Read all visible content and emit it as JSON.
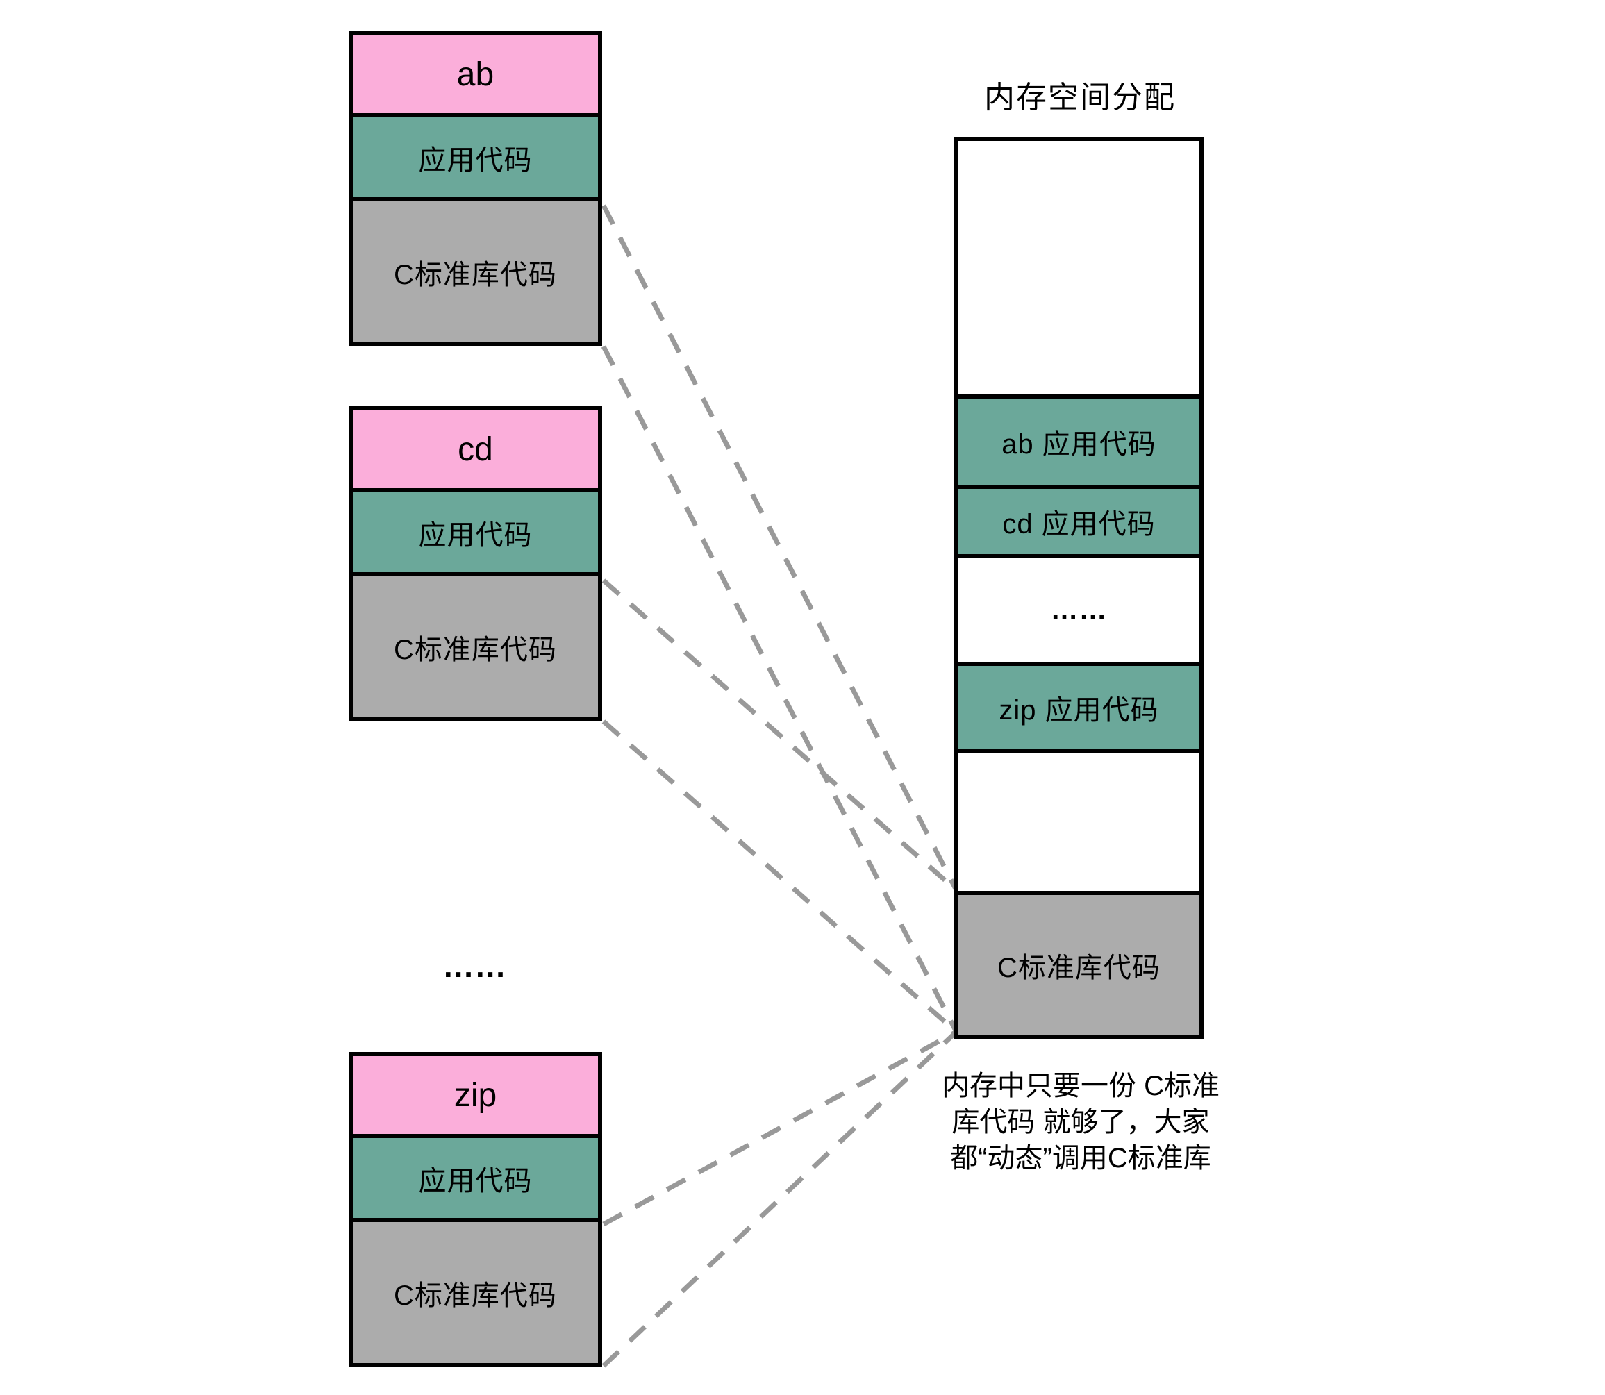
{
  "title": "内存空间分配",
  "programs": [
    {
      "name": "ab",
      "app_label": "应用代码",
      "lib_label": "C标准库代码"
    },
    {
      "name": "cd",
      "app_label": "应用代码",
      "lib_label": "C标准库代码"
    },
    {
      "name": "zip",
      "app_label": "应用代码",
      "lib_label": "C标准库代码"
    }
  ],
  "left_ellipsis": "……",
  "memory": {
    "sections": [
      {
        "label": ""
      },
      {
        "label": "ab 应用代码"
      },
      {
        "label": "cd 应用代码"
      },
      {
        "label": "……"
      },
      {
        "label": "zip 应用代码"
      },
      {
        "label": ""
      },
      {
        "label": "C标准库代码"
      }
    ]
  },
  "caption": {
    "line1": "内存中只要一份 C标准",
    "line2": "库代码 就够了，大家",
    "line3": "都“动态”调用C标准库"
  },
  "colors": {
    "pink": "#FBAEDA",
    "teal": "#6BA89A",
    "gray": "#ACACAC",
    "line": "#999999",
    "border": "#000000"
  }
}
